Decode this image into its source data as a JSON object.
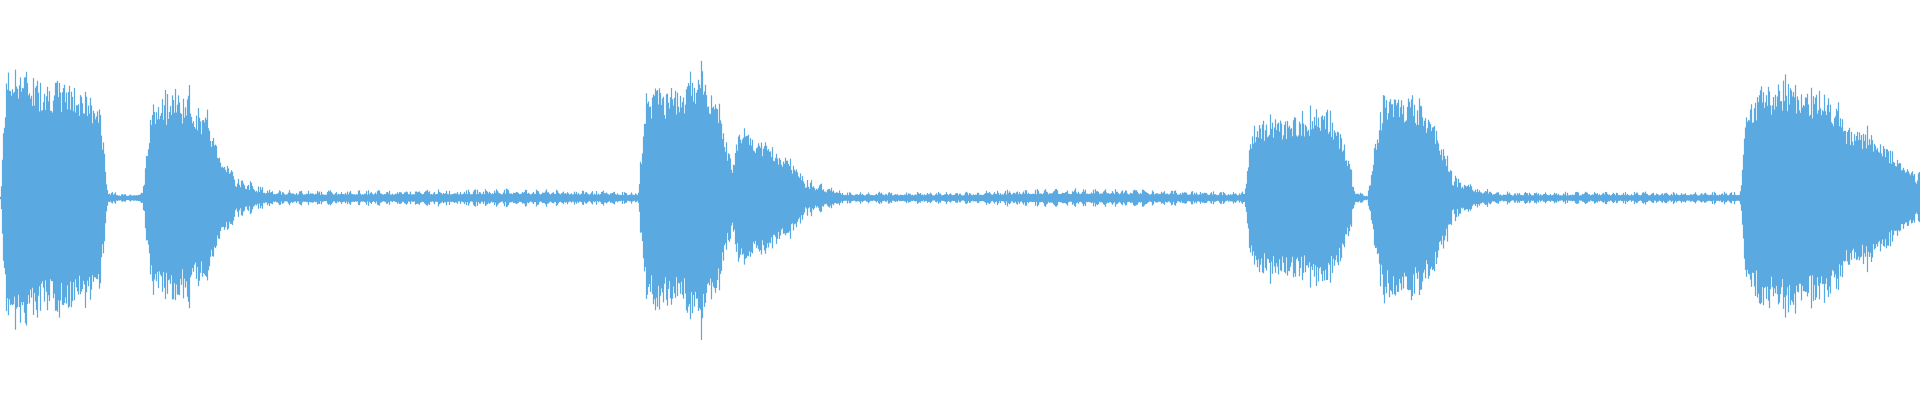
{
  "waveform": {
    "color": "#5aa9e0",
    "background": "#ffffff",
    "envelope": [
      [
        0.0,
        0.02
      ],
      [
        0.003,
        0.92
      ],
      [
        0.01,
        0.97
      ],
      [
        0.02,
        0.88
      ],
      [
        0.035,
        0.85
      ],
      [
        0.045,
        0.78
      ],
      [
        0.052,
        0.65
      ],
      [
        0.056,
        0.06
      ],
      [
        0.062,
        0.03
      ],
      [
        0.074,
        0.04
      ],
      [
        0.078,
        0.62
      ],
      [
        0.082,
        0.7
      ],
      [
        0.09,
        0.78
      ],
      [
        0.098,
        0.75
      ],
      [
        0.108,
        0.58
      ],
      [
        0.115,
        0.3
      ],
      [
        0.125,
        0.14
      ],
      [
        0.135,
        0.08
      ],
      [
        0.145,
        0.05
      ],
      [
        0.2,
        0.05
      ],
      [
        0.26,
        0.06
      ],
      [
        0.31,
        0.05
      ],
      [
        0.332,
        0.04
      ],
      [
        0.337,
        0.8
      ],
      [
        0.345,
        0.82
      ],
      [
        0.355,
        0.78
      ],
      [
        0.365,
        0.98
      ],
      [
        0.374,
        0.66
      ],
      [
        0.381,
        0.24
      ],
      [
        0.386,
        0.55
      ],
      [
        0.393,
        0.44
      ],
      [
        0.4,
        0.4
      ],
      [
        0.41,
        0.28
      ],
      [
        0.42,
        0.15
      ],
      [
        0.43,
        0.09
      ],
      [
        0.44,
        0.04
      ],
      [
        0.5,
        0.04
      ],
      [
        0.54,
        0.06
      ],
      [
        0.58,
        0.06
      ],
      [
        0.62,
        0.05
      ],
      [
        0.648,
        0.04
      ],
      [
        0.652,
        0.55
      ],
      [
        0.665,
        0.58
      ],
      [
        0.68,
        0.6
      ],
      [
        0.692,
        0.65
      ],
      [
        0.7,
        0.4
      ],
      [
        0.706,
        0.05
      ],
      [
        0.712,
        0.02
      ],
      [
        0.716,
        0.4
      ],
      [
        0.72,
        0.74
      ],
      [
        0.73,
        0.78
      ],
      [
        0.74,
        0.72
      ],
      [
        0.748,
        0.5
      ],
      [
        0.756,
        0.2
      ],
      [
        0.77,
        0.07
      ],
      [
        0.78,
        0.04
      ],
      [
        0.84,
        0.04
      ],
      [
        0.9,
        0.04
      ],
      [
        0.906,
        0.04
      ],
      [
        0.91,
        0.74
      ],
      [
        0.92,
        0.84
      ],
      [
        0.93,
        0.88
      ],
      [
        0.945,
        0.8
      ],
      [
        0.955,
        0.7
      ],
      [
        0.962,
        0.52
      ],
      [
        0.97,
        0.5
      ],
      [
        0.98,
        0.42
      ],
      [
        0.99,
        0.25
      ],
      [
        1.0,
        0.18
      ]
    ]
  }
}
